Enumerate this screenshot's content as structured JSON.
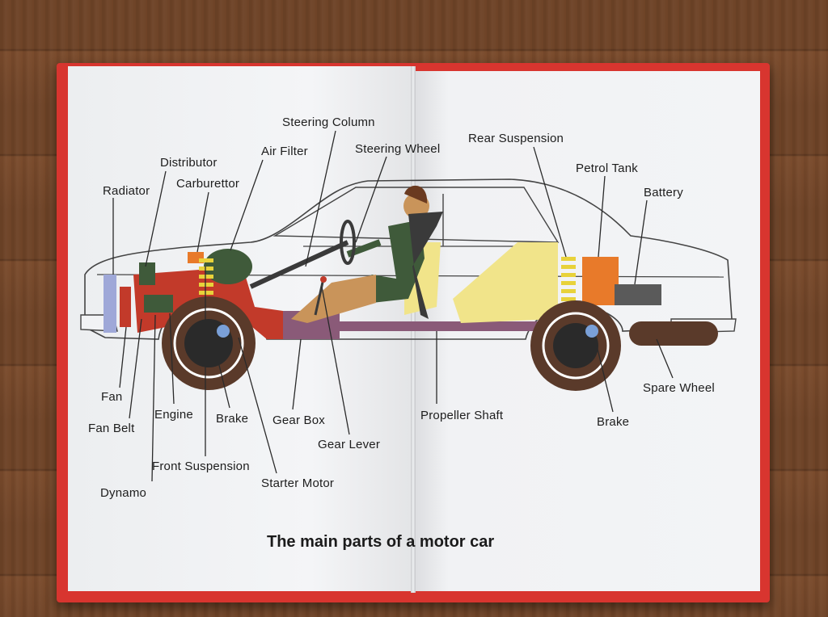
{
  "caption": "The main parts of a motor car",
  "labels": {
    "steering_column": "Steering Column",
    "air_filter": "Air Filter",
    "steering_wheel": "Steering Wheel",
    "distributor": "Distributor",
    "carburettor": "Carburettor",
    "radiator": "Radiator",
    "rear_suspension": "Rear Suspension",
    "petrol_tank": "Petrol Tank",
    "battery": "Battery",
    "fan": "Fan",
    "fan_belt": "Fan Belt",
    "engine": "Engine",
    "brake_front": "Brake",
    "gear_box": "Gear Box",
    "gear_lever": "Gear  Lever",
    "propeller_shaft": "Propeller Shaft",
    "brake_rear": "Brake",
    "spare_wheel": "Spare Wheel",
    "front_suspension": "Front Suspension",
    "starter_motor": "Starter Motor",
    "dynamo": "Dynamo"
  },
  "colors": {
    "book_cover": "#d8352f",
    "page": "#f2f3f5",
    "engine_red": "#c23a2a",
    "suspension_yellow": "#e8d23a",
    "orange": "#e87a2a",
    "seat_yellow": "#f1e48a",
    "driver_green": "#3f5a3a",
    "wheel_brown": "#5a3a2a",
    "radiator_blue": "#9fa8d8",
    "battery_gray": "#5a5a5a",
    "shaft_purple": "#8a5a78"
  }
}
